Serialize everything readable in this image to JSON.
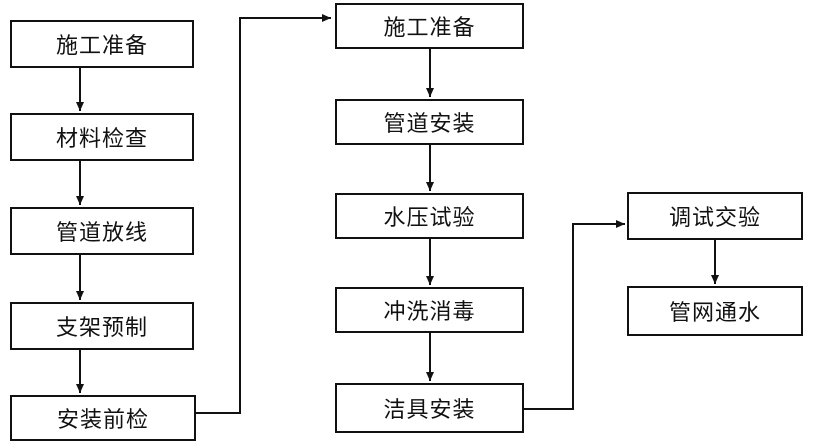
{
  "flowchart": {
    "column1": [
      "施工准备",
      "材料检查",
      "管道放线",
      "支架预制",
      "安装前检"
    ],
    "column2": [
      "施工准备",
      "管道安装",
      "水压试验",
      "冲洗消毒",
      "洁具安装"
    ],
    "column3": [
      "调试交验",
      "管网通水"
    ]
  },
  "colors": {
    "line": "#111111",
    "box_border": "#111111",
    "background": "#ffffff"
  }
}
